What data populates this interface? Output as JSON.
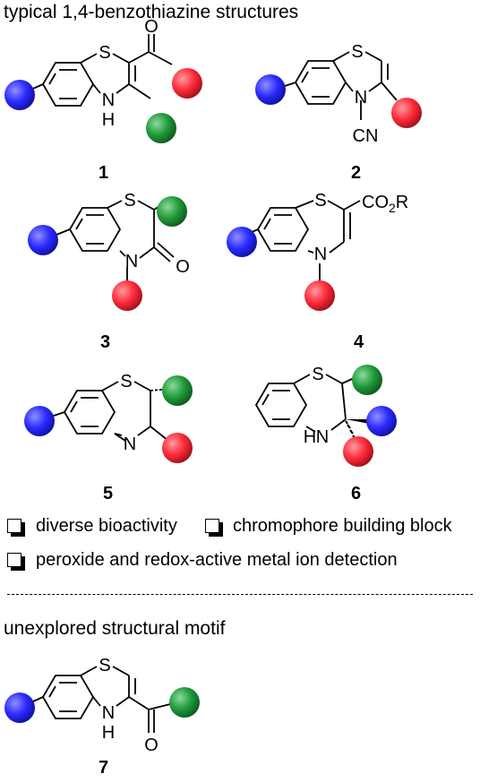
{
  "heading_top": "typical 1,4-benzothiazine structures",
  "heading_bottom": "unexplored structural motif",
  "compounds": {
    "c1": {
      "number": "1",
      "atoms": {
        "S": "S",
        "N": "N",
        "H": "H",
        "O": "O"
      }
    },
    "c2": {
      "number": "2",
      "atoms": {
        "S": "S",
        "N": "N",
        "CN": "CN"
      }
    },
    "c3": {
      "number": "3",
      "atoms": {
        "S": "S",
        "N": "N",
        "O": "O"
      }
    },
    "c4": {
      "number": "4",
      "atoms": {
        "S": "S",
        "N": "N",
        "ester": "CO",
        "ester_sub": "2",
        "ester_R": "R"
      }
    },
    "c5": {
      "number": "5",
      "atoms": {
        "S": "S",
        "N": "N"
      }
    },
    "c6": {
      "number": "6",
      "atoms": {
        "S": "S",
        "N": "N",
        "H": "H"
      }
    },
    "c7": {
      "number": "7",
      "atoms": {
        "S": "S",
        "N": "N",
        "H": "H",
        "O": "O"
      }
    }
  },
  "bullets": [
    "diverse bioactivity",
    "chromophore building block",
    "peroxide and redox-active metal ion detection"
  ],
  "colors": {
    "substituent_blue": "#2a2aff",
    "substituent_red": "#ff2a3a",
    "substituent_green": "#1f9a3a"
  }
}
